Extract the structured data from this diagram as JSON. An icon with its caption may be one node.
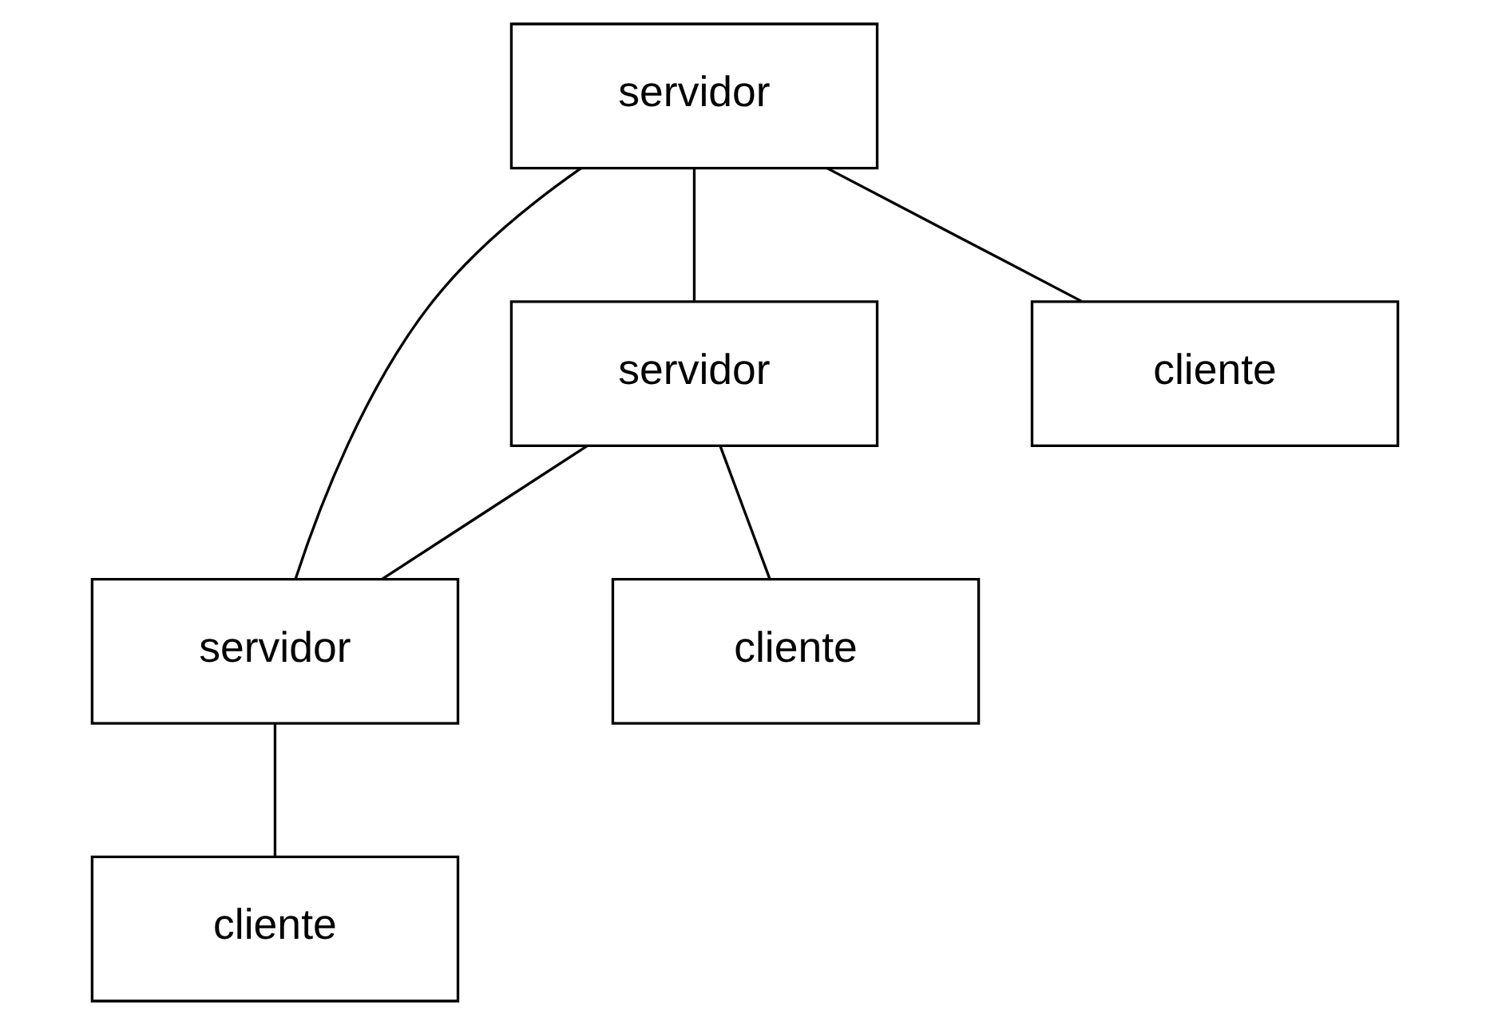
{
  "diagram": {
    "nodes": [
      {
        "text": [
          "servidor"
        ]
      },
      {
        "text": [
          "servidor"
        ]
      },
      {
        "text": [
          "servidor"
        ]
      },
      {
        "text": [
          "cliente"
        ]
      },
      {
        "text": [
          "cliente"
        ]
      },
      {
        "text": [
          "cliente"
        ]
      }
    ],
    "edges": [
      {
        "from": 0,
        "to": 1,
        "arrow": "none"
      },
      {
        "from": 0,
        "to": 2,
        "arrow": "none"
      },
      {
        "from": 1,
        "to": 2,
        "arrow": "none"
      },
      {
        "from": 0,
        "to": 3,
        "arrow": "none"
      },
      {
        "from": 2,
        "to": 5,
        "arrow": "none"
      },
      {
        "from": 1,
        "to": 4,
        "arrow": "none"
      }
    ]
  }
}
